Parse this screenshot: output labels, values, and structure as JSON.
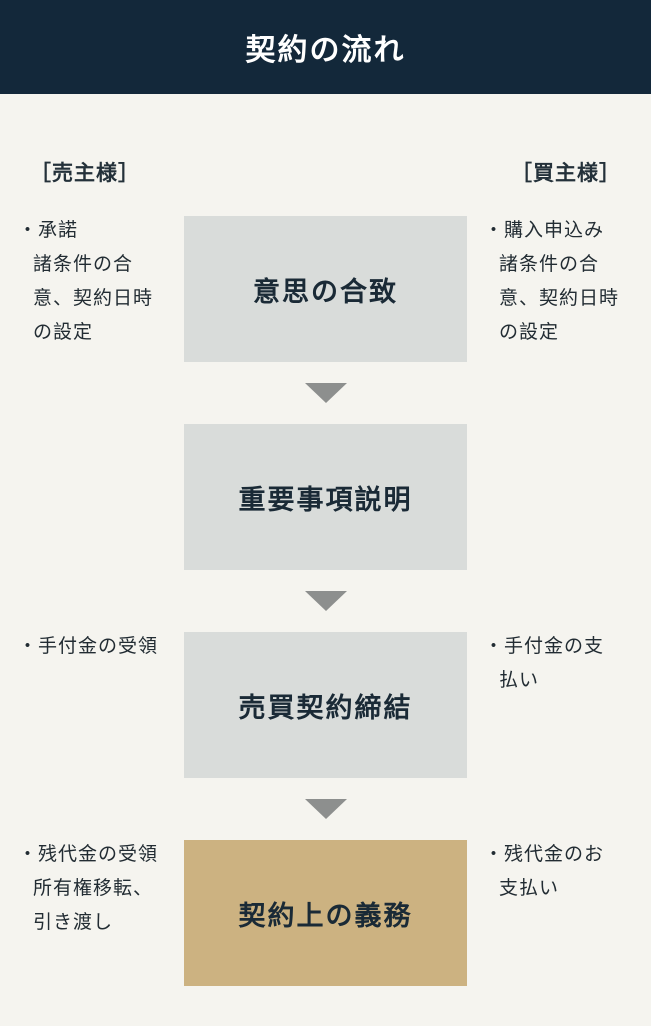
{
  "header": {
    "title": "契約の流れ"
  },
  "parties": {
    "seller": "［売主様］",
    "buyer": "［買主様］"
  },
  "steps": [
    {
      "label": "意思の合致",
      "highlight": false
    },
    {
      "label": "重要事項説明",
      "highlight": false
    },
    {
      "label": "売買契約締結",
      "highlight": false
    },
    {
      "label": "契約上の義務",
      "highlight": true
    }
  ],
  "seller_notes": [
    [
      "承諾",
      "諸条件の合",
      "意、契約日時",
      "の設定"
    ],
    [
      "手付金の受領"
    ],
    [
      "残代金の受領",
      "所有権移転、",
      "引き渡し"
    ]
  ],
  "buyer_notes": [
    [
      "購入申込み",
      "諸条件の合",
      "意、契約日時",
      "の設定"
    ],
    [
      "手付金の支",
      "払い"
    ],
    [
      "残代金のお",
      "支払い"
    ]
  ],
  "colors": {
    "header_bg": "#13283a",
    "step_bg": "#d9dcda",
    "highlight_bg": "#ccb281",
    "arrow": "#8d8f8e",
    "page_bg": "#f5f4ef"
  }
}
